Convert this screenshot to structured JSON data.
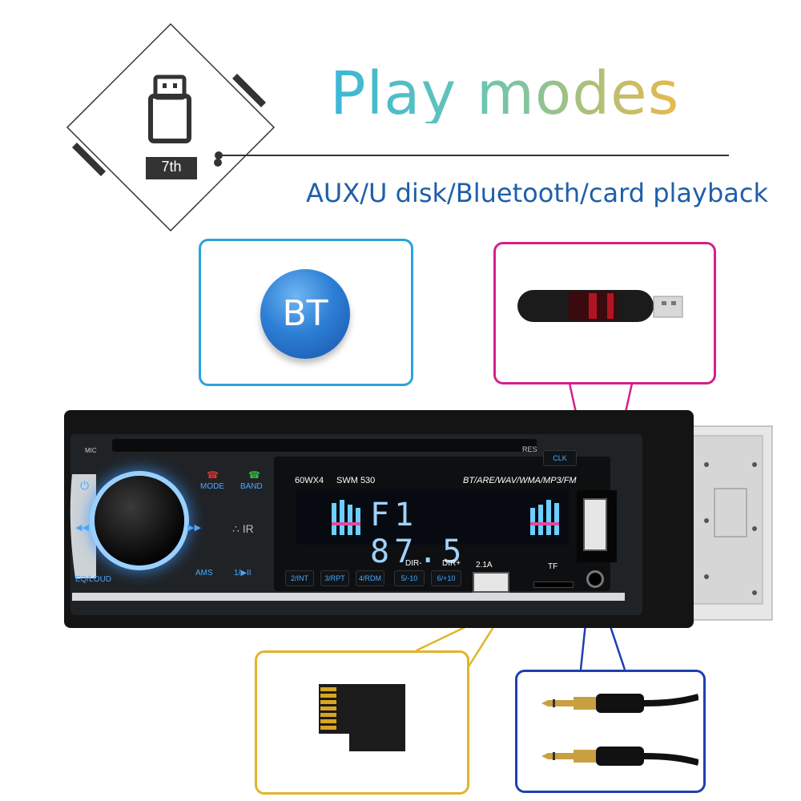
{
  "header": {
    "badge_label": "7th",
    "title": "Play modes",
    "subtitle": "AUX/U disk/Bluetooth/card playback"
  },
  "callouts": {
    "bt_label": "BT"
  },
  "radio": {
    "mic_label": "MIC",
    "res_label": "RES",
    "clk_label": "CLK",
    "power_model": "60WX4",
    "model": "SWM 530",
    "formats": "BT/ARE/WAV/WMA/MP3/FM",
    "mode_label": "MODE",
    "band_label": "BAND",
    "ams_label": "AMS",
    "play_label": "1/▶II",
    "eq_label": "EQ/LOUD",
    "lcd_band": "F1",
    "lcd_freq": "87.5",
    "preset_buttons": [
      "2/INT",
      "3/RPT",
      "4/RDM",
      "5/-10",
      "6/+10"
    ],
    "dir_minus": "DIR-",
    "dir_plus": "DIR+",
    "usb_current": "2.1A",
    "tf_label": "TF"
  },
  "colors": {
    "bt_border": "#2aa3dc",
    "usb_border": "#d61f8a",
    "tf_border": "#e1b52a",
    "aux_border": "#1f3fb0",
    "subtitle": "#1f5fa8"
  }
}
